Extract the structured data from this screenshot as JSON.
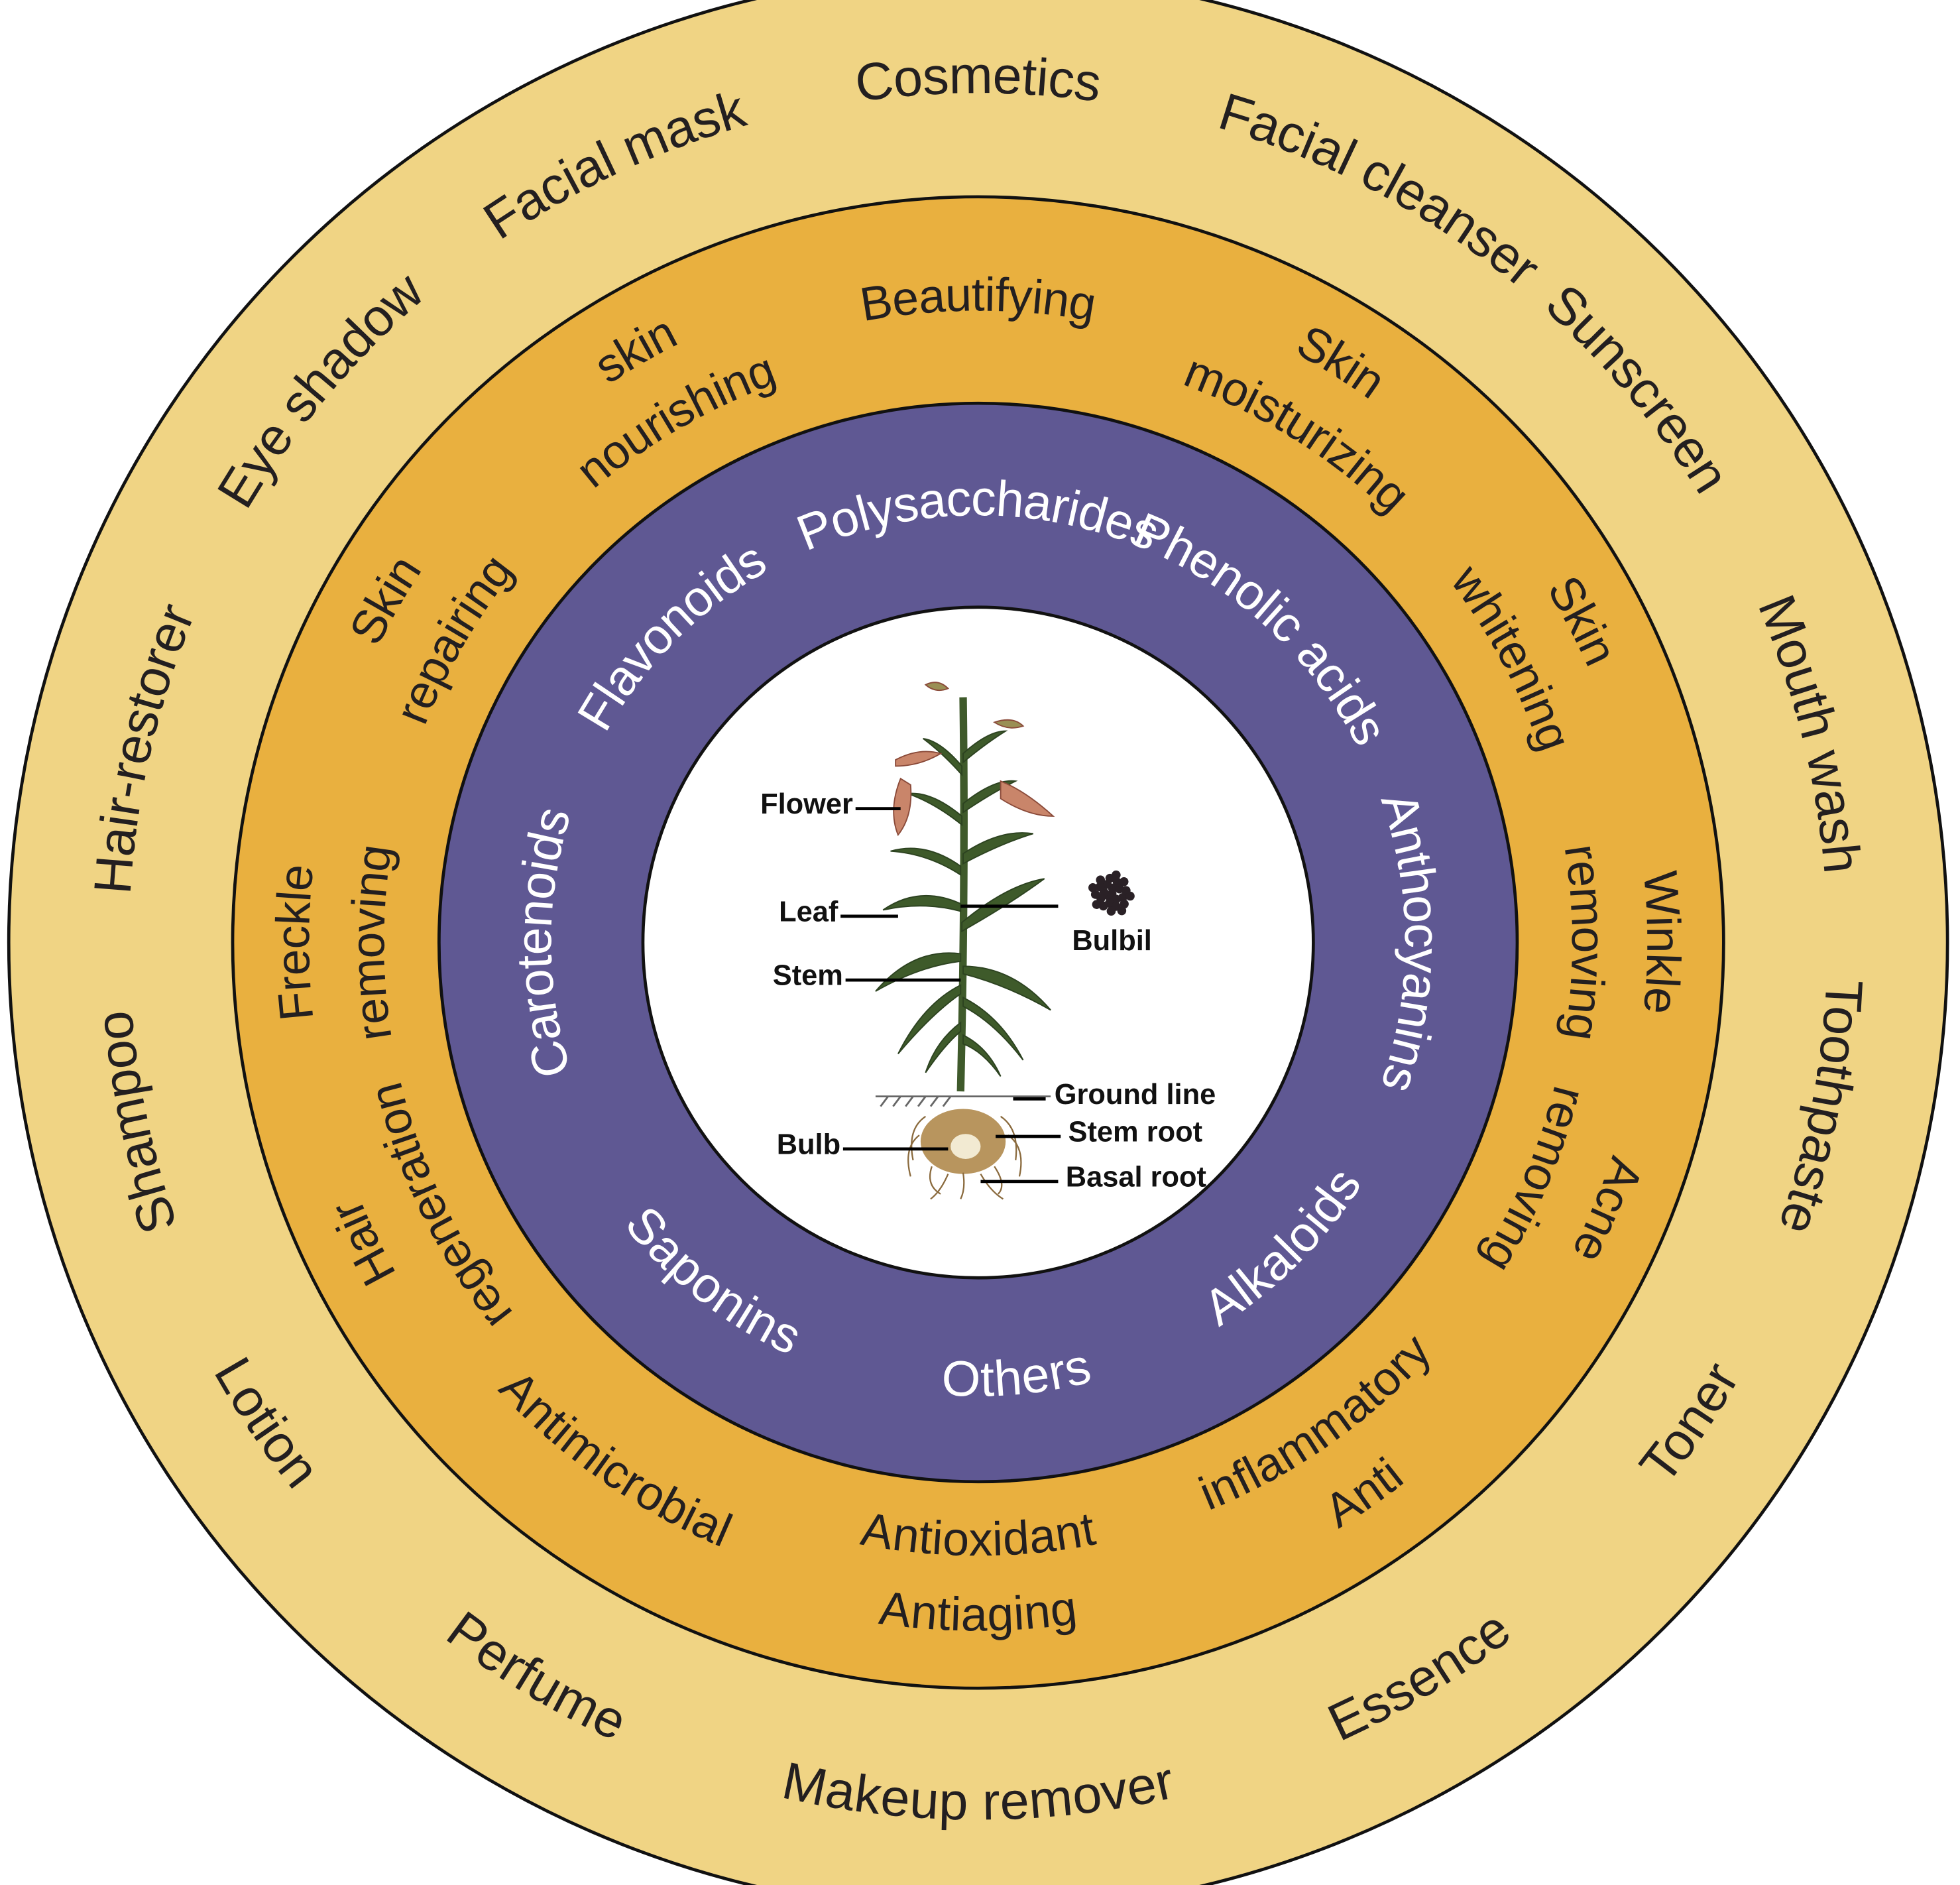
{
  "colors": {
    "outer_ring": "#F0D484",
    "middle_ring": "#E9B03F",
    "inner_ring": "#5F5893",
    "center": "#FFFFFF",
    "outline": "#111111",
    "leaf": "#3E5A2A",
    "flower": "#C9856A",
    "bulb": "#B8955E",
    "bulbil": "#2A2126"
  },
  "outer_ring": {
    "labels": [
      {
        "text": "Cosmetics",
        "placement": "top"
      },
      {
        "text": "Facial cleanser",
        "placement": "top"
      },
      {
        "text": "Sunscreen",
        "placement": "top"
      },
      {
        "text": "Mouth wash",
        "placement": "top"
      },
      {
        "text": "Toothpaste",
        "placement": "top"
      },
      {
        "text": "Toner",
        "placement": "bottom"
      },
      {
        "text": "Essence",
        "placement": "bottom"
      },
      {
        "text": "Makeup remover",
        "placement": "bottom"
      },
      {
        "text": "Perfume",
        "placement": "bottom"
      },
      {
        "text": "Lotion",
        "placement": "bottom"
      },
      {
        "text": "Shampoo",
        "placement": "top"
      },
      {
        "text": "Hair-restorer",
        "placement": "top"
      },
      {
        "text": "Eye shadow",
        "placement": "top"
      },
      {
        "text": "Facial mask",
        "placement": "top"
      }
    ]
  },
  "middle_ring": {
    "labels": [
      {
        "lines": [
          "Beautifying"
        ],
        "placement": "top"
      },
      {
        "lines": [
          "Skin",
          "moisturizing"
        ],
        "placement": "top"
      },
      {
        "lines": [
          "Skin",
          "whitening"
        ],
        "placement": "top"
      },
      {
        "lines": [
          "Winkle",
          "removing"
        ],
        "placement": "top"
      },
      {
        "lines": [
          "Acne",
          "removing"
        ],
        "placement": "top"
      },
      {
        "lines": [
          "Anti",
          "inflammatory"
        ],
        "placement": "bottom"
      },
      {
        "lines": [
          "Antiaging",
          "Antioxidant"
        ],
        "placement": "bottom"
      },
      {
        "lines": [
          "Antimicrobial"
        ],
        "placement": "bottom"
      },
      {
        "lines": [
          "Hair",
          "regeneration"
        ],
        "placement": "top"
      },
      {
        "lines": [
          "Freckle",
          "removing"
        ],
        "placement": "top"
      },
      {
        "lines": [
          "Skin",
          "repairing"
        ],
        "placement": "top"
      },
      {
        "lines": [
          "skin",
          "nourishing"
        ],
        "placement": "top"
      }
    ]
  },
  "inner_ring": {
    "labels": [
      {
        "text": "Polysaccharides",
        "placement": "top"
      },
      {
        "text": "Phenolic acids",
        "placement": "top"
      },
      {
        "text": "Anthocyanins",
        "placement": "top"
      },
      {
        "text": "Alkaloids",
        "placement": "bottom"
      },
      {
        "text": "Others",
        "placement": "bottom"
      },
      {
        "text": "Saponins",
        "placement": "bottom"
      },
      {
        "text": "Carotenoids",
        "placement": "top"
      },
      {
        "text": "Flavonoids",
        "placement": "top"
      }
    ]
  },
  "plant": {
    "parts": {
      "flower": "Flower",
      "leaf": "Leaf",
      "stem": "Stem",
      "bulbil": "Bulbil",
      "ground_line": "Ground line",
      "bulb": "Bulb",
      "stem_root": "Stem root",
      "basal_root": "Basal root"
    }
  }
}
